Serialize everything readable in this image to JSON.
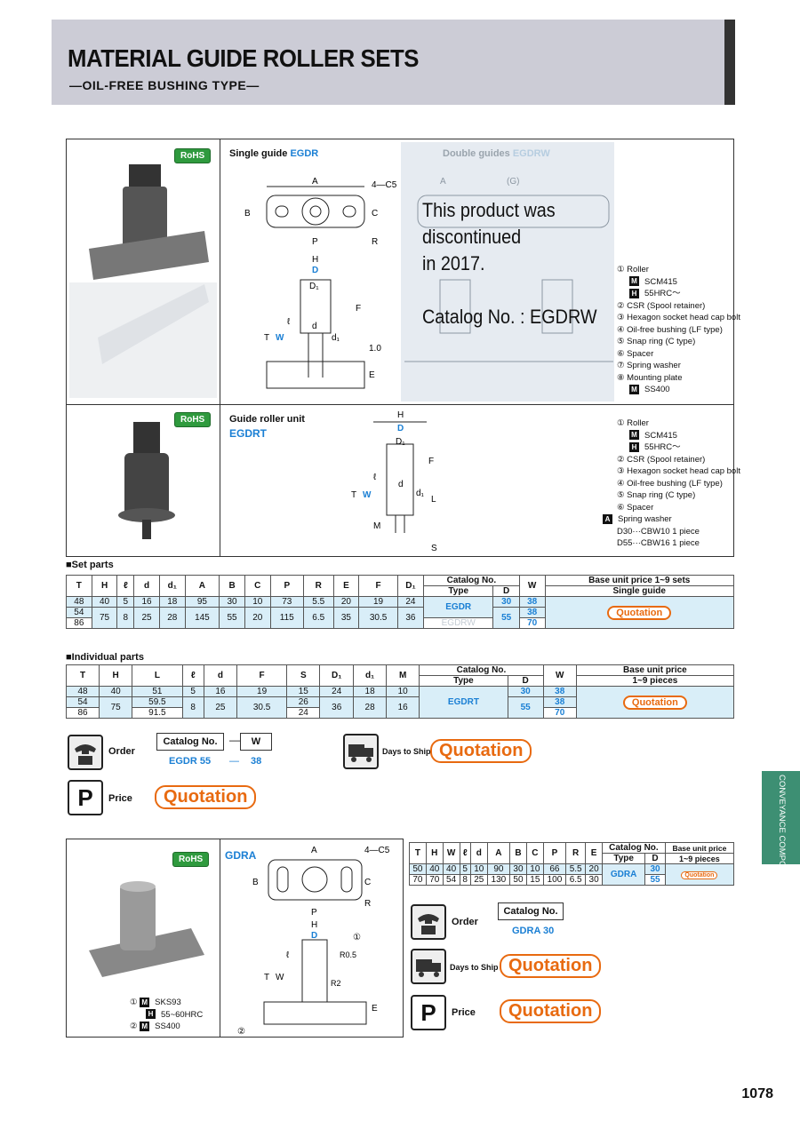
{
  "header": {
    "title": "MATERIAL GUIDE ROLLER SETS",
    "subtitle": "—OIL-FREE BUSHING TYPE—"
  },
  "panel1": {
    "rohs": "RoHS",
    "single_label": "Single guide",
    "single_code": "EGDR",
    "double_label": "Double guides",
    "double_code": "EGDRW",
    "discontinued": [
      "This product was",
      "discontinued",
      " in 2017.",
      "",
      "Catalog No. : EGDRW"
    ],
    "dims": {
      "A": "A",
      "G": "(G)",
      "c5": "4—C5",
      "B": "B",
      "C": "C",
      "P": "P",
      "R": "R",
      "H": "H",
      "D": "D",
      "D1": "D₁",
      "F": "F",
      "d": "d",
      "d1": "d₁",
      "T": "T",
      "W": "W",
      "l": "ℓ",
      "E": "E",
      "v10": "1.0"
    },
    "parts": [
      "① Roller",
      "SCM415",
      "55HRC～",
      "② CSR (Spool retainer)",
      "③ Hexagon socket head cap bolt",
      "④ Oil-free bushing (LF type)",
      "⑤ Snap ring (C type)",
      "⑥ Spacer",
      "⑦ Spring washer",
      "⑧ Mounting plate",
      "SS400"
    ],
    "m": "M",
    "h": "H"
  },
  "panel2": {
    "rohs": "RoHS",
    "label": "Guide roller unit",
    "code": "EGDRT",
    "parts": [
      "① Roller",
      "SCM415",
      "55HRC～",
      "② CSR (Spool retainer)",
      "③ Hexagon socket head cap bolt",
      "④ Oil-free bushing (LF type)",
      "⑤ Snap ring (C type)",
      "⑥ Spacer",
      "Spring washer",
      "D30···CBW10 1 piece",
      "D55···CBW16 1 piece"
    ],
    "a": "A",
    "M": "M",
    "L": "L",
    "S": "S"
  },
  "set_parts": {
    "title": "■Set parts",
    "headers": [
      "T",
      "H",
      "ℓ",
      "d",
      "d₁",
      "A",
      "B",
      "C",
      "P",
      "R",
      "E",
      "F",
      "D₁",
      "Catalog No.",
      "W",
      "Base unit price 1~9 sets"
    ],
    "sub": [
      "Type",
      "D",
      "Single guide"
    ],
    "rows": [
      [
        "48",
        "",
        "",
        "",
        "",
        "",
        "",
        "",
        "",
        "",
        "",
        "",
        "",
        "",
        "30",
        "38"
      ],
      [
        "54",
        "75",
        "8",
        "25",
        "28",
        "145",
        "55",
        "20",
        "115",
        "6.5",
        "35",
        "30.5",
        "36",
        "",
        "55",
        "38"
      ],
      [
        "86",
        "",
        "",
        "",
        "",
        "",
        "",
        "",
        "",
        "",
        "",
        "",
        "",
        "",
        "",
        "70"
      ]
    ],
    "row0": [
      "48",
      "40",
      "5",
      "16",
      "18",
      "95",
      "30",
      "10",
      "73",
      "5.5",
      "20",
      "19",
      "24"
    ],
    "type1": "EGDR",
    "type2": "EGDRW",
    "quote": "Quotation"
  },
  "indiv": {
    "title": "■Individual parts",
    "headers": [
      "T",
      "H",
      "L",
      "ℓ",
      "d",
      "F",
      "S",
      "D₁",
      "d₁",
      "M",
      "Catalog No.",
      "W",
      "Base unit price"
    ],
    "sub": [
      "Type",
      "D",
      "1~9 pieces"
    ],
    "r1": [
      "48",
      "40",
      "51",
      "5",
      "16",
      "19",
      "15",
      "24",
      "18",
      "10"
    ],
    "r2": [
      "54",
      "75",
      "59.5",
      "8",
      "25",
      "30.5",
      "26",
      "36",
      "28",
      "16"
    ],
    "r3": [
      "86",
      "",
      "91.5",
      "",
      "",
      "",
      "24"
    ],
    "type": "EGDRT",
    "d30": "30",
    "d55": "55",
    "w": [
      "38",
      "38",
      "70"
    ],
    "quote": "Quotation"
  },
  "order1": {
    "label": "Order",
    "cat": "Catalog No.",
    "dash": "—",
    "w": "W",
    "ex1": "EGDR 55",
    "ex2": "—",
    "ex3": "38",
    "ship": "Days to Ship",
    "quote": "Quotation",
    "price": "Price",
    "price_q": "Quotation"
  },
  "side": {
    "text": "CONVEYANCE COMPONENTS FOR AUTOMOTIVE DIES"
  },
  "gdra": {
    "rohs": "RoHS",
    "code": "GDRA",
    "parts": [
      "①",
      "SKS93",
      "55~60HRC",
      "②",
      "SS400"
    ],
    "headers": [
      "T",
      "H",
      "W",
      "ℓ",
      "d",
      "A",
      "B",
      "C",
      "P",
      "R",
      "E",
      "Catalog No.",
      "Base unit price"
    ],
    "sub": [
      "Type",
      "D",
      "1~9 pieces"
    ],
    "r1": [
      "50",
      "40",
      "40",
      "5",
      "10",
      "90",
      "30",
      "10",
      "66",
      "5.5",
      "20"
    ],
    "r2": [
      "70",
      "70",
      "54",
      "8",
      "25",
      "130",
      "50",
      "15",
      "100",
      "6.5",
      "30"
    ],
    "type": "GDRA",
    "d30": "30",
    "d55": "55",
    "quote": "Quotation",
    "order": "Order",
    "cat": "Catalog No.",
    "ex": "GDRA 30",
    "ship": "Days to Ship",
    "ship_q": "Quotation",
    "price": "Price",
    "price_q": "Quotation",
    "dims": {
      "A": "A",
      "c5": "4—C5",
      "B": "B",
      "C": "C",
      "P": "P",
      "R": "R",
      "H": "H",
      "D": "D",
      "T": "T",
      "W": "W",
      "l": "ℓ",
      "E": "E",
      "R05": "R0.5",
      "R2": "R2",
      "i1": "①",
      "i2": "②"
    }
  },
  "page": "1078"
}
